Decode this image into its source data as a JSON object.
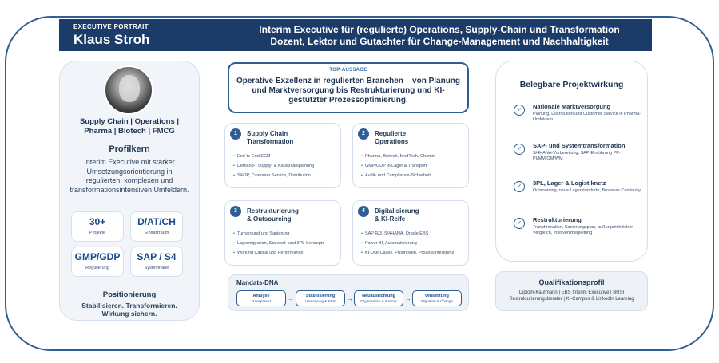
{
  "header": {
    "eyebrow": "EXECUTIVE PORTRAIT",
    "name": "Klaus Stroh",
    "title_line1": "Interim Executive für (regulierte) Operations, Supply-Chain und Transformation",
    "title_line2": "Dozent, Lektor und Gutachter für Change-Management und Nachhaltigkeit"
  },
  "profile": {
    "sectors_line1": "Supply Chain | Operations |",
    "sectors_line2": "Pharma | Biotech | FMCG",
    "kern_heading": "Profilkern",
    "kern_text": "Interim Executive mit starker Umsetzungsorientierung in regulierten, komplexen und transformationsintensiven Umfeldern.",
    "kpis": [
      {
        "value": "30+",
        "label": "Projekte"
      },
      {
        "value": "D/AT/CH",
        "label": "Einsatzraum"
      },
      {
        "value": "GMP/GDP",
        "label": "Regulierung"
      },
      {
        "value": "SAP / S4",
        "label": "Systemnähe"
      }
    ],
    "position_heading": "Positionierung",
    "position_line1": "Stabilisieren. Transformieren.",
    "position_line2": "Wirkung sichern."
  },
  "statement": {
    "label": "TOP-AUSSAGE",
    "text": "Operative Exzellenz in regulierten Branchen – von Planung und Marktversorgung bis Restrukturierung und KI-gestützter Prozessoptimierung."
  },
  "services": [
    {
      "num": "1",
      "title1": "Supply Chain",
      "title2": "Transformation",
      "items": [
        "End-to-End SCM",
        "Demand-, Supply- & Kapazitätsplanung",
        "S&OP, Customer Service, Distribution"
      ]
    },
    {
      "num": "2",
      "title1": "Regulierte",
      "title2": "Operations",
      "items": [
        "Pharma, Biotech, MedTech, Chemie",
        "GMP/GDP in Lager & Transport",
        "Audit- und Compliance-Sicherheit"
      ]
    },
    {
      "num": "3",
      "title1": "Restrukturierung",
      "title2": "& Outsourcing",
      "items": [
        "Turnaround und Sanierung",
        "Lagermigration, Standort- und 3PL-Konzepte",
        "Working Capital und Performance"
      ]
    },
    {
      "num": "4",
      "title1": "Digitalisierung",
      "title2": "& KI-Reife",
      "items": [
        "SAP R/3, S/4HANA, Oracle EBS",
        "Power BI, Automatisierung",
        "KI-Use-Cases, Prognosen, Prozessintelligenz"
      ]
    }
  ],
  "dna": {
    "heading": "Mandats-DNA",
    "steps": [
      {
        "title": "Analyse",
        "sub": "Transparenz"
      },
      {
        "title": "Stabilisierung",
        "sub": "Versorgung & KPIs"
      },
      {
        "title": "Neuausrichtung",
        "sub": "Organisation & Partner"
      },
      {
        "title": "Umsetzung",
        "sub": "Migration & Change"
      }
    ]
  },
  "impact": {
    "heading": "Belegbare Projektwirkung",
    "items": [
      {
        "title": "Nationale Marktversorgung",
        "desc": "Planung, Distribution und Customer Service in Pharma-Umfeldern"
      },
      {
        "title": "SAP- und Systemtransformation",
        "desc": "S/4HANA-Vorbereitung; SAP-Einführung PP-PI/MM/QM/WM"
      },
      {
        "title": "3PL, Lager & Logistiknetz",
        "desc": "Outsourcing, neue Lagerstandorte, Business Continuity"
      },
      {
        "title": "Restrukturierung",
        "desc": "Transformation, Sanierungsplan, außergerichtlicher Vergleich, Insolvenzbegleitung"
      }
    ]
  },
  "qualification": {
    "heading": "Qualifikationsprofil",
    "line1": "Diplom-Kaufmann | EBS Interim Executive | BRSI",
    "line2": "Restrukturierungsberater | KI-Campus & LinkedIn Learning"
  },
  "colors": {
    "navy": "#1b3b68",
    "accent": "#2e5e93"
  }
}
